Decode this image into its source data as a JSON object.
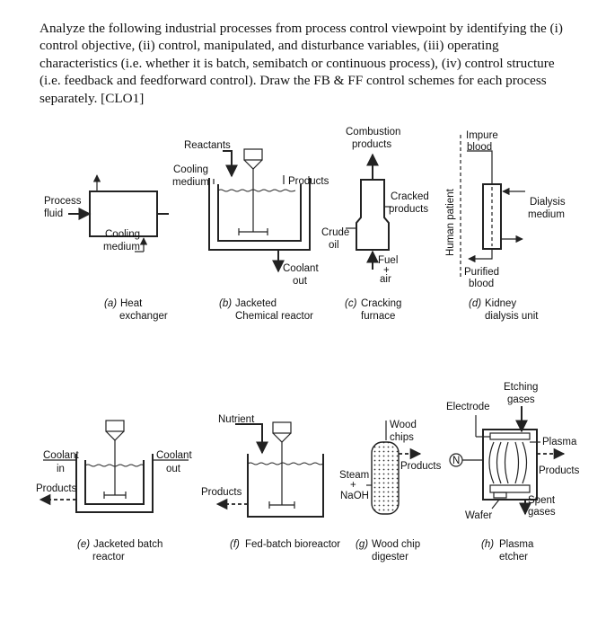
{
  "question": "Analyze the following industrial processes from process control viewpoint by identifying the (i) control objective, (ii) control, manipulated, and disturbance variables, (iii) operating characteristics (i.e. whether it is batch, semibatch or continuous process), (iv) control structure (i.e. feedback and feedforward control). Draw the FB & FF control schemes for each process separately. [CLO1]",
  "figures": {
    "a": {
      "caption_letter": "(a)",
      "caption_line1": "Heat",
      "caption_line2": "exchanger",
      "process_line1": "Process",
      "process_line2": "fluid",
      "cooling_line1": "Cooling",
      "cooling_line2": "medium"
    },
    "b": {
      "caption_letter": "(b)",
      "caption_line1": "Jacketed",
      "caption_line2": "Chemical reactor",
      "reactants": "Reactants",
      "cooling_line1": "Cooling",
      "cooling_line2": "medium",
      "products": "Products",
      "coolant_line1": "Coolant",
      "coolant_line2": "out"
    },
    "c": {
      "caption_letter": "(c)",
      "caption_line1": "Cracking",
      "caption_line2": "furnace",
      "combustion_line1": "Combustion",
      "combustion_line2": "products",
      "cracked_line1": "Cracked",
      "cracked_line2": "products",
      "crude_line1": "Crude",
      "crude_line2": "oil",
      "fuel_line1": "Fuel",
      "fuel_line2": "+",
      "fuel_line3": "air"
    },
    "d": {
      "caption_letter": "(d)",
      "caption_line1": "Kidney",
      "caption_line2": "dialysis unit",
      "impure_line1": "Impure",
      "impure_line2": "blood",
      "human": "Human patient",
      "dialysis_line1": "Dialysis",
      "dialysis_line2": "medium",
      "purified_line1": "Purified",
      "purified_line2": "blood"
    },
    "e": {
      "caption_letter": "(e)",
      "caption_line1": "Jacketed batch",
      "caption_line2": "reactor",
      "coolant_in_line1": "Coolant",
      "coolant_in_line2": "in",
      "coolant_out_line1": "Coolant",
      "coolant_out_line2": "out",
      "products": "Products"
    },
    "f": {
      "caption_letter": "(f)",
      "caption_line1": "Fed-batch bioreactor",
      "nutrient": "Nutrient",
      "products": "Products"
    },
    "g": {
      "caption_letter": "(g)",
      "caption_line1": "Wood chip",
      "caption_line2": "digester",
      "wood_line1": "Wood",
      "wood_line2": "chips",
      "products": "Products",
      "steam_line1": "Steam",
      "steam_line2": "+",
      "steam_line3": "NaOH"
    },
    "h": {
      "caption_letter": "(h)",
      "caption_line1": "Plasma",
      "caption_line2": "etcher",
      "etching_line1": "Etching",
      "etching_line2": "gases",
      "electrode": "Electrode",
      "plasma": "Plasma",
      "products": "Products",
      "n_symbol": "N",
      "spent_line1": "Spent",
      "spent_line2": "gases",
      "wafer": "Wafer"
    }
  }
}
